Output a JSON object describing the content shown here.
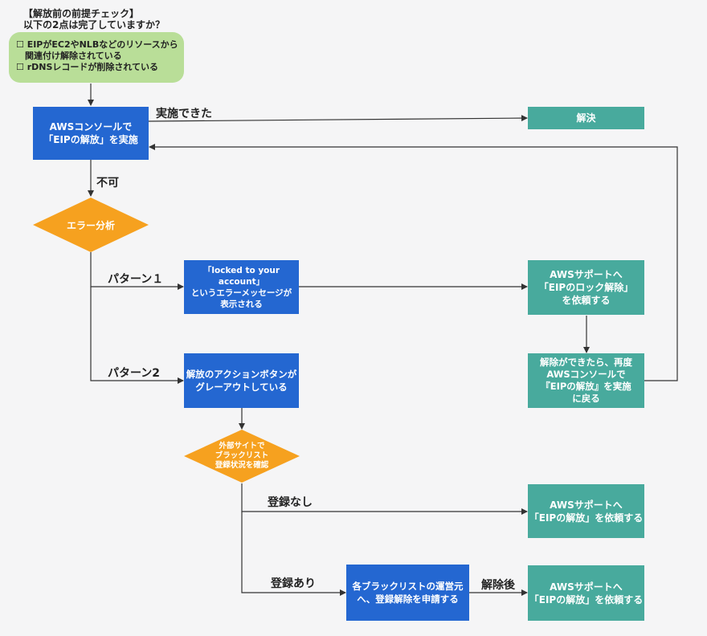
{
  "precheck": {
    "title": "【解放前の前提チェック】",
    "subtitle": "以下の2点は完了していますか？",
    "items": [
      "☐ EIPがEC2やNLBなどのリソースから\n　関連付け解除されている",
      "☐ rDNSレコードが削除されている"
    ]
  },
  "nodes": {
    "release_console": "AWSコンソールで\n「EIPの解放」を実施",
    "resolved": "解決",
    "error_analysis": "エラー分析",
    "locked_message": "「locked to your account」\nというエラーメッセージが\n表示される",
    "support_unlock": "AWSサポートへ\n「EIPのロック解除」\nを依頼する",
    "after_unlock": "解除ができたら、再度\nAWSコンソールで\n『EIPの解放』を実施\nに戻る",
    "grayed_button": "解放のアクションボタンが\nグレーアウトしている",
    "blacklist_check": "外部サイトで\nブラックリスト\n登録状況を確認",
    "support_release_1": "AWSサポートへ\n「EIPの解放」を依頼する",
    "apply_delist": "各ブラックリストの運営元\nへ、登録解除を申請する",
    "support_release_2": "AWSサポートへ\n「EIPの解放」を依頼する"
  },
  "edge_labels": {
    "done": "実施できた",
    "not_possible": "不可",
    "pattern1": "パターン１",
    "pattern2": "パターン2",
    "not_registered": "登録なし",
    "registered": "登録あり",
    "after_delist": "解除後"
  },
  "colors": {
    "blue": "#2467d1",
    "teal": "#48aa9d",
    "orange": "#f6a11f",
    "green": "#b9de98",
    "line": "#333333"
  }
}
